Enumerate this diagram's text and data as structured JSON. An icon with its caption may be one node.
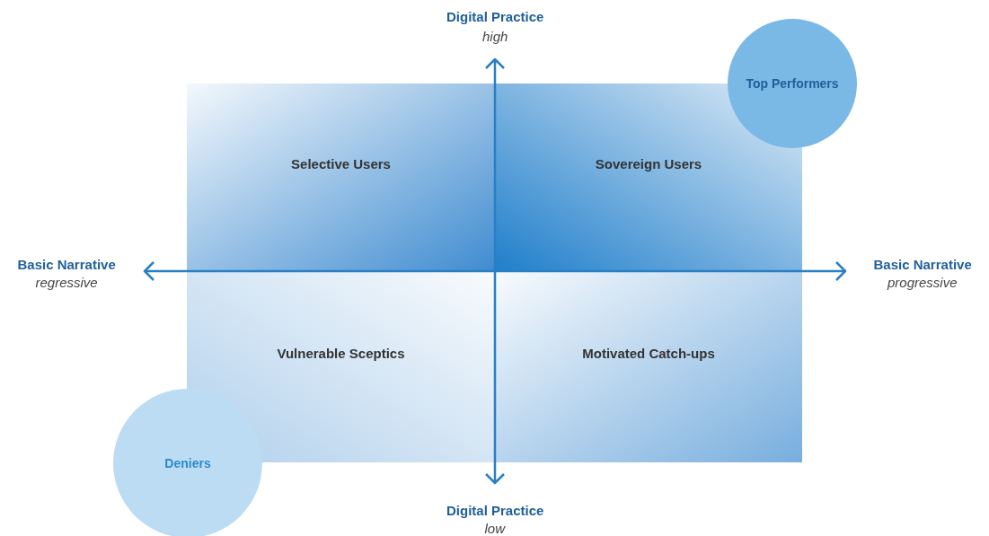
{
  "diagram": {
    "nodes": [
      {
        "text": [
          "Selective Users"
        ]
      },
      {
        "text": [
          "Sovereign Users"
        ]
      },
      {
        "text": [
          "Vulnerable Sceptics"
        ]
      },
      {
        "text": [
          "Motivated Catch-ups"
        ]
      },
      {
        "text": [
          "Top Performers"
        ]
      },
      {
        "text": [
          "Deniers"
        ]
      }
    ],
    "labels": [
      "Digital Practice",
      "high",
      "Basic Narrative",
      "regressive",
      "Basic Narrative",
      "progressive",
      "Digital Practice",
      "low"
    ]
  }
}
